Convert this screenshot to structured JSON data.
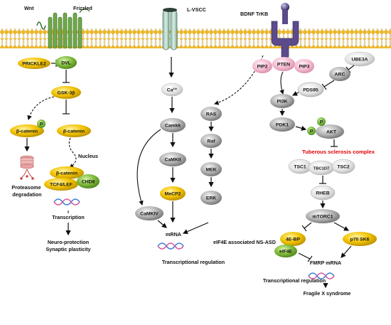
{
  "membrane": {
    "receptors": {
      "wnt": "Wnt",
      "frizzled": "Frizzled",
      "lvscc": "L-VSCC",
      "bdnf_trkb": "BDNF TrKB"
    }
  },
  "wnt_pathway": {
    "prickle2": "PRICKLE2",
    "dvl": "DVL",
    "gsk3b": "GSK-3β",
    "phospho": "P",
    "beta_catenin": "β-catenin",
    "proteasome_degradation": "Proteasome\ndegradation",
    "nucleus": "Nucleus",
    "tcf4_lef": "TCF4/LEF",
    "chd8": "CHD8",
    "transcription": "Transcription",
    "outcome_1": "Neuro-protection",
    "outcome_2": "Synaptic plasticity"
  },
  "calcium_pathway": {
    "ca": "Ca²⁺",
    "camkk": "Camkk",
    "camkii": "CaMKII",
    "mecp2": "MeCP2",
    "camkiv": "CaMKIV",
    "mrna": "mRNA",
    "transcriptional_regulation": "Transcriptional regulation"
  },
  "mapk_pathway": {
    "ras": "RAS",
    "raf": "Raf",
    "mek": "MEK",
    "erk": "ERK"
  },
  "mtor_pathway": {
    "pip2": "PIP2",
    "pten": "PTEN",
    "pip3": "PIP3",
    "ube3a": "UBE3A",
    "arc": "ARC",
    "pds95": "PDS95",
    "pi3k": "PI3K",
    "pdk1": "PDK1",
    "p": "P",
    "akt": "AKT",
    "tsc_complex": "Tuberous sclerosis complex",
    "tsc1": "TSC1",
    "tbc1d7": "TBC1D7",
    "tsc2": "TSC2",
    "rheb": "RHEB",
    "mtorc1": "mTORC1",
    "ebp4": "4E-BP",
    "p70s6k": "p70 SK6",
    "eif4e": "eIF4E",
    "eif4e_nsasd": "eIF4E associated NS-ASD",
    "fmrp_mrna": "FMRP mRNA",
    "transcriptional_regulation": "Transcriptional regulation",
    "fragile_x": "Fragile X syndrome"
  },
  "colors": {
    "yellow_node": "#f2c200",
    "green_node": "#7dbb3a",
    "gray_node": "#9a9a9a",
    "pink_node": "#f3b8cf",
    "purple_receptor": "#5b4b8a",
    "tsc_red": "#e00000"
  }
}
